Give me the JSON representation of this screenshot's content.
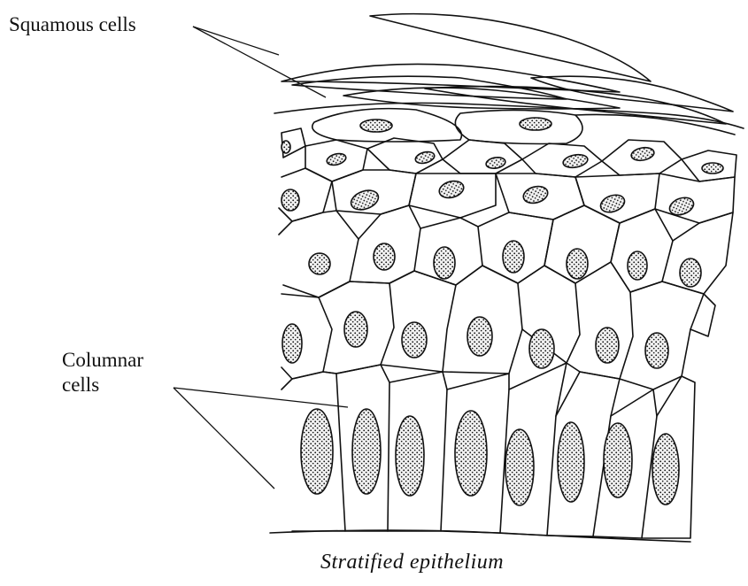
{
  "labels": {
    "squamous": "Squamous cells",
    "columnar_line1": "Columnar",
    "columnar_line2": "cells"
  },
  "caption": "Stratified epithelium",
  "colors": {
    "ink": "#111111",
    "background": "#ffffff"
  }
}
